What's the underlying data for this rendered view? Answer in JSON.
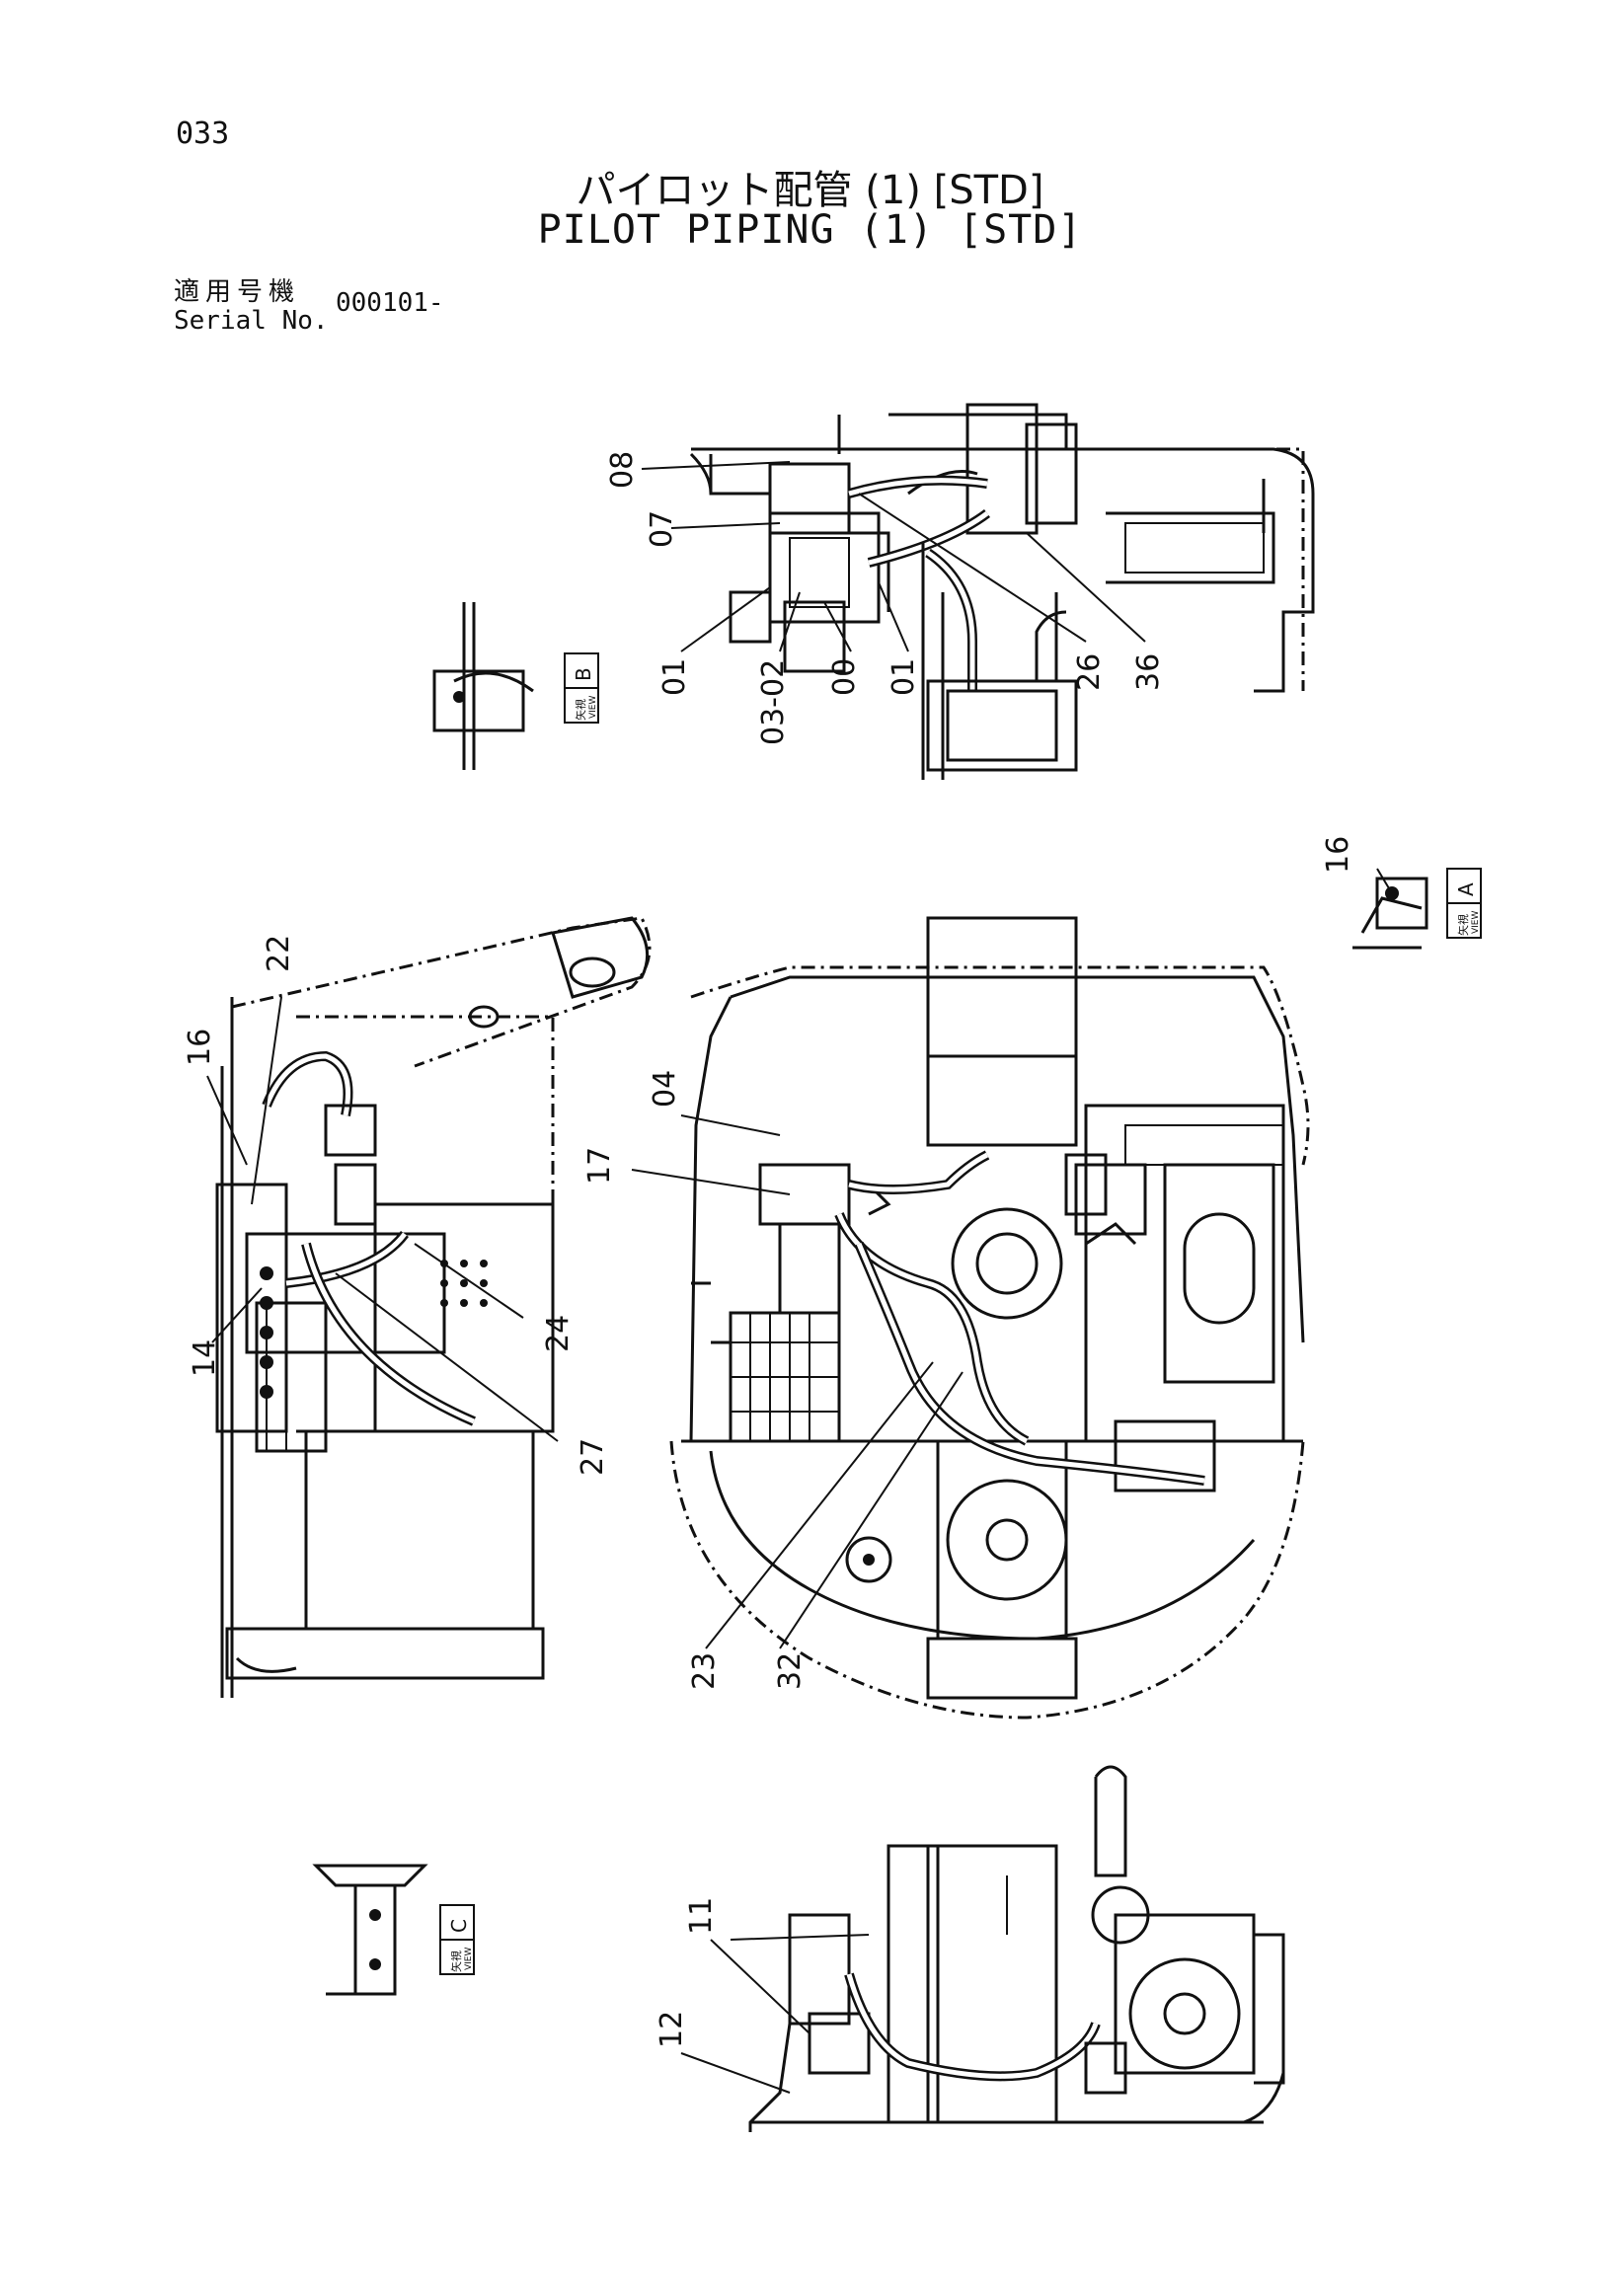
{
  "page_number": "033",
  "title_jp": "パイロット配管 (1) [STD]",
  "title_en": "PILOT PIPING (1) [STD]",
  "serial": {
    "label_jp": "適用号機",
    "label_en": "Serial No.",
    "value": "000101-"
  },
  "callouts": {
    "c08": "08",
    "c07": "07",
    "c01a": "01",
    "c0302": "03-02",
    "c00": "00",
    "c01b": "01",
    "c26": "26",
    "c36": "36",
    "c16a": "16",
    "c22": "22",
    "c16b": "16",
    "c04": "04",
    "c17": "17",
    "c14": "14",
    "c24": "24",
    "c27": "27",
    "c23": "23",
    "c32": "32",
    "c11": "11",
    "c12": "12"
  },
  "views": {
    "a": {
      "kanji": "矢視",
      "label": "VIEW",
      "letter": "A"
    },
    "b": {
      "kanji": "矢視",
      "label": "VIEW",
      "letter": "B"
    },
    "c": {
      "kanji": "矢視",
      "label": "VIEW",
      "letter": "C"
    }
  }
}
